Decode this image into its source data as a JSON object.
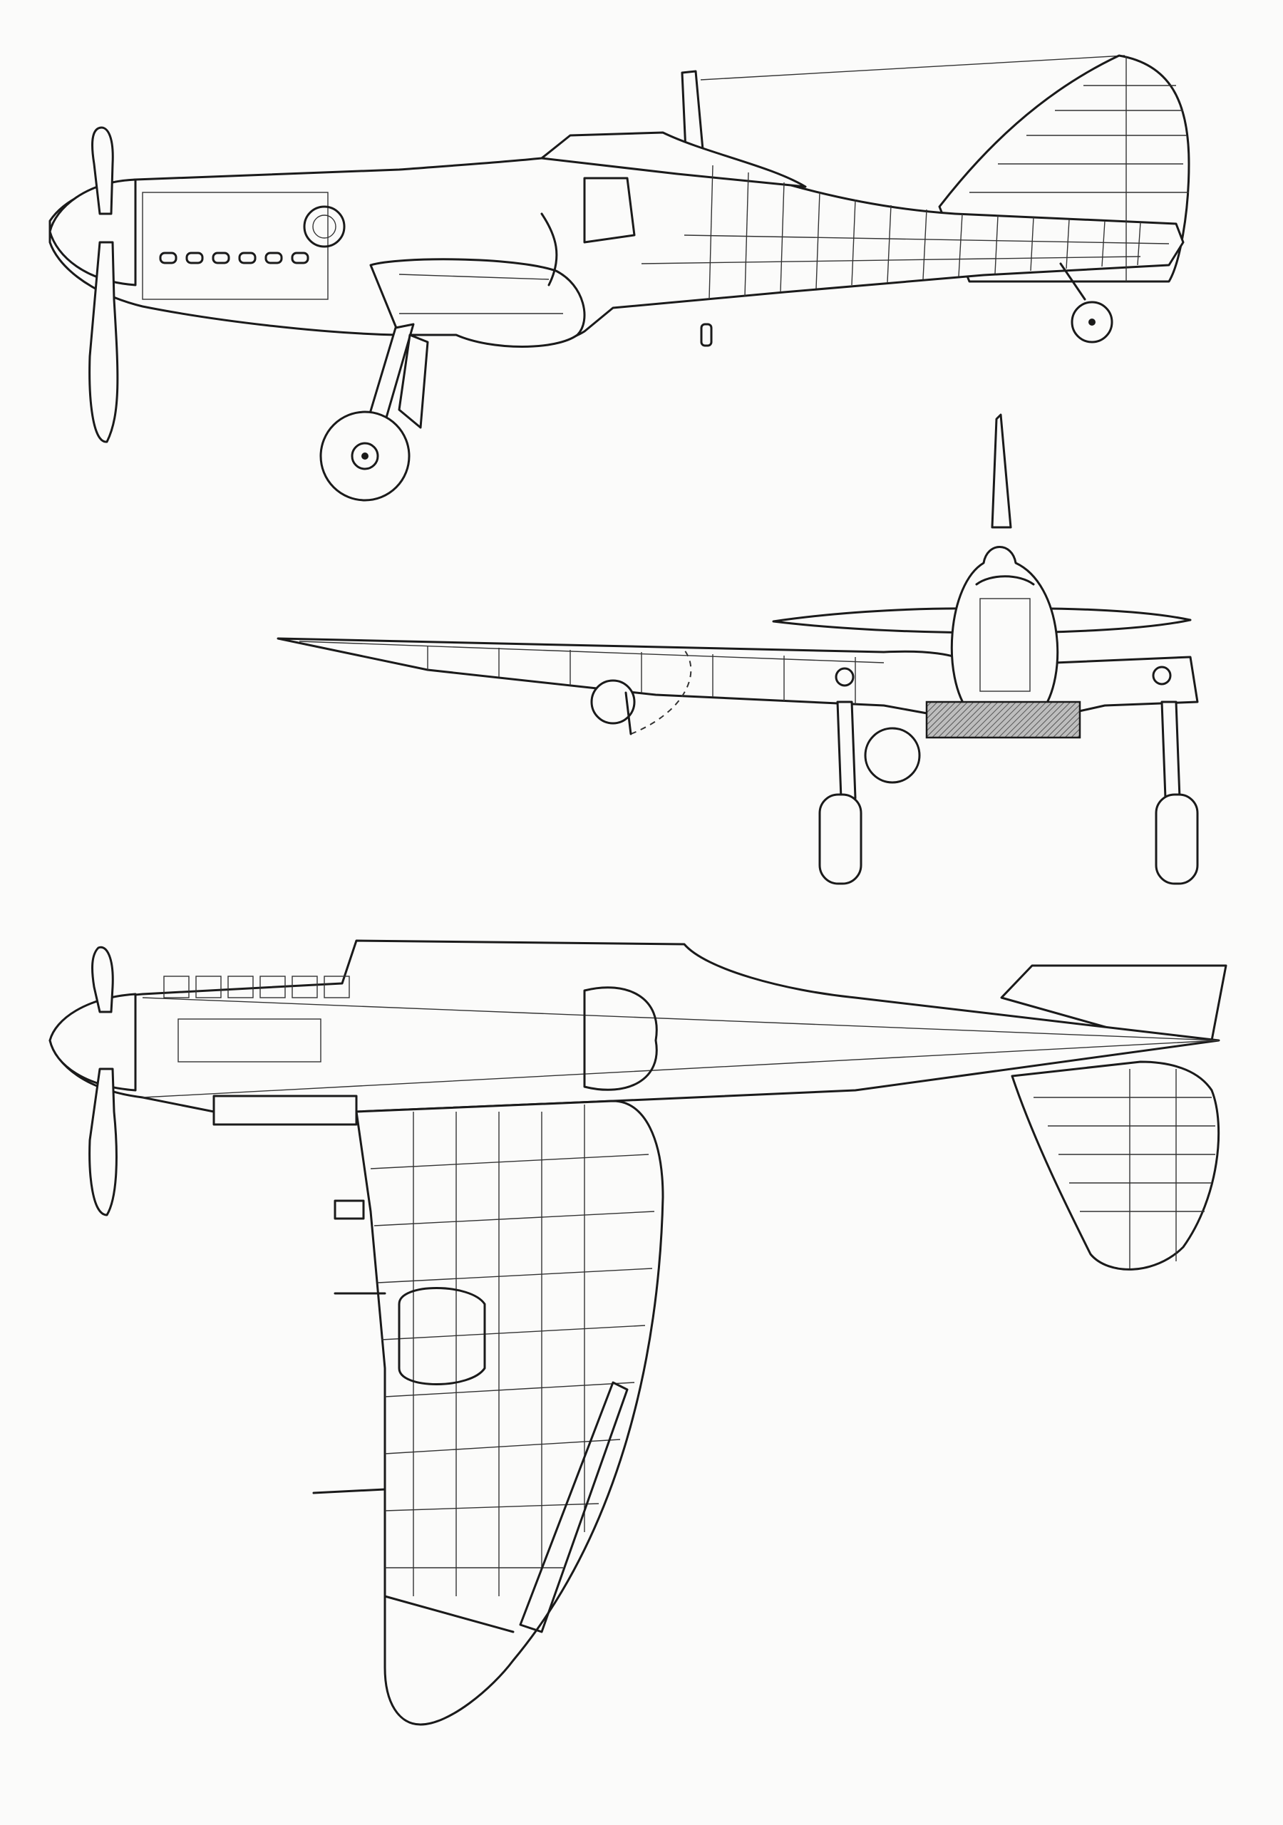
{
  "drawing": {
    "views": [
      "side-view",
      "front-view",
      "plan-view"
    ],
    "colors": {
      "ink": "#1a1a1a",
      "paper": "#fbfbfa"
    },
    "signature_text": ""
  }
}
